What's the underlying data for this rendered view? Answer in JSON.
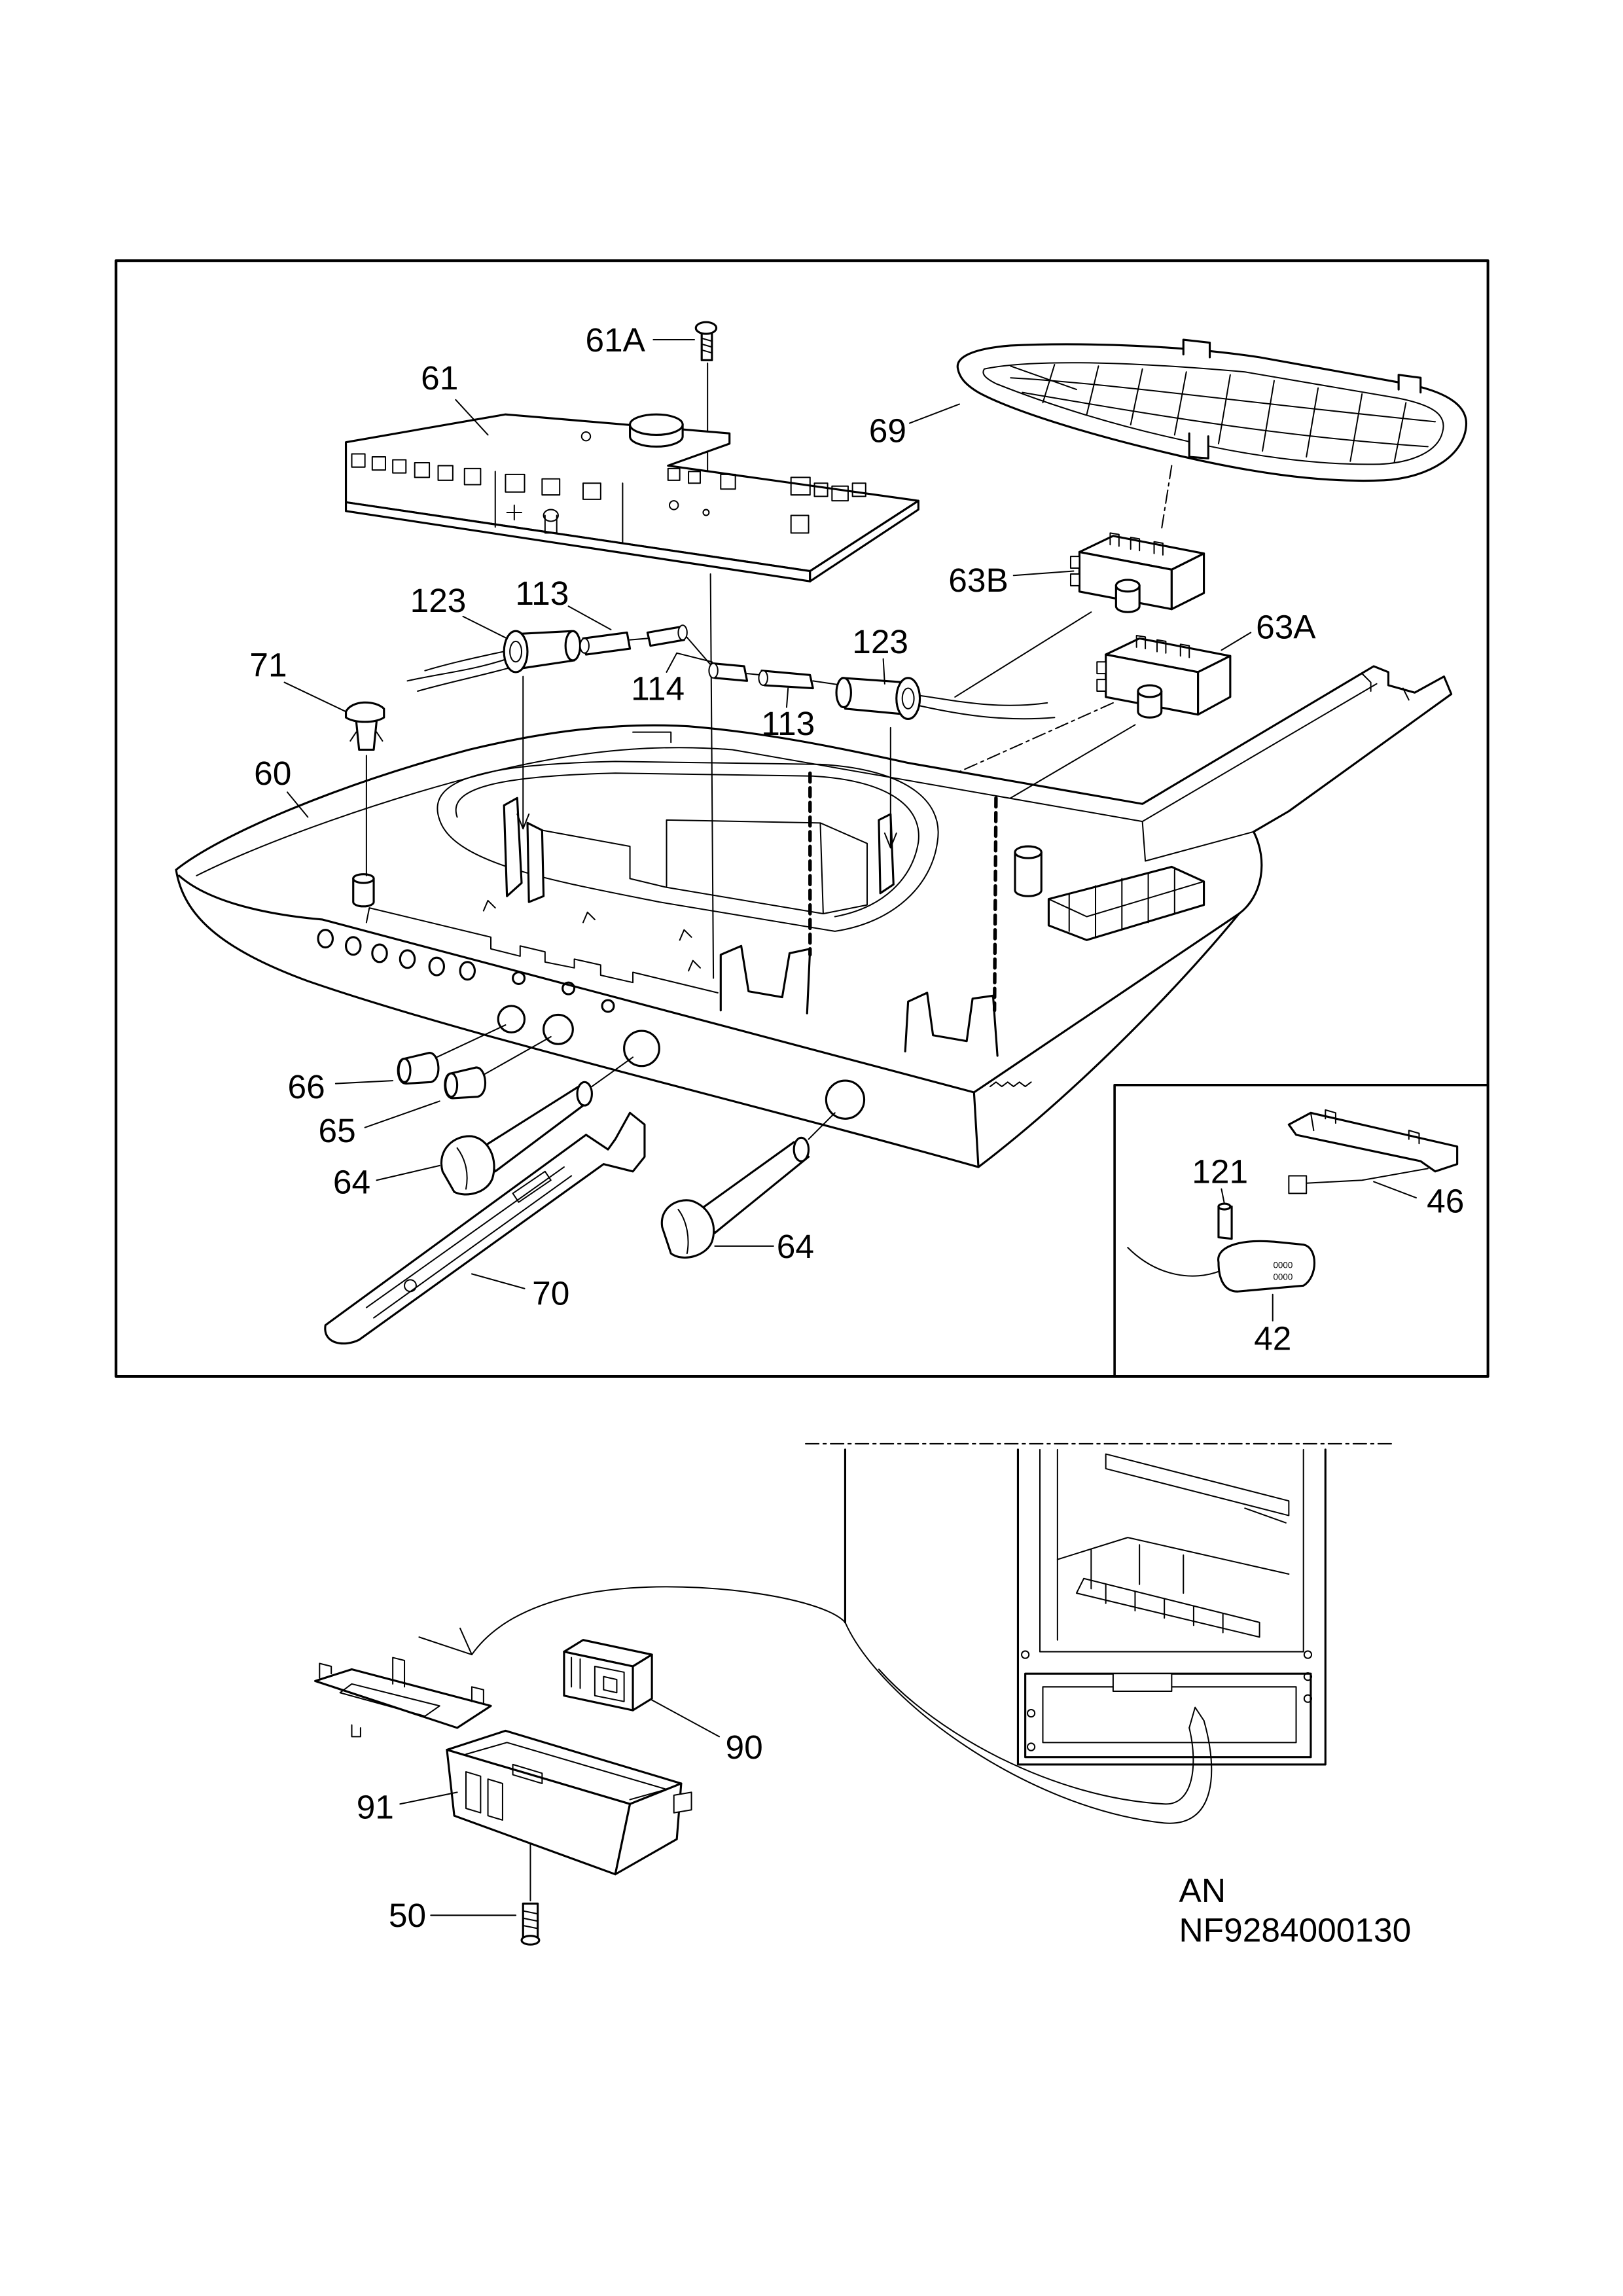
{
  "callouts": [
    "61A",
    "61",
    "69",
    "63B",
    "123",
    "113",
    "123",
    "63A",
    "71",
    "114",
    "113",
    "60",
    "66",
    "65",
    "64",
    "64",
    "70",
    "121",
    "46",
    "42",
    "90",
    "91",
    "50"
  ],
  "sensor_display": [
    "0000",
    "0000"
  ],
  "footer": {
    "code": "AN",
    "reference": "NF9284000130"
  }
}
